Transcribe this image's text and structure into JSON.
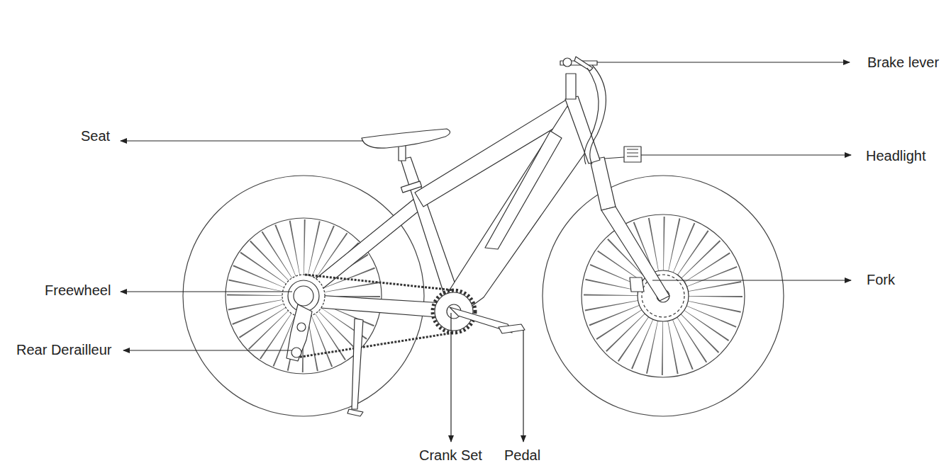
{
  "diagram": {
    "labels": [
      "Brake lever",
      "Seat",
      "Headlight",
      "Fork",
      "Freewheel",
      "Rear Derailleur",
      "Crank Set",
      "Pedal"
    ]
  }
}
